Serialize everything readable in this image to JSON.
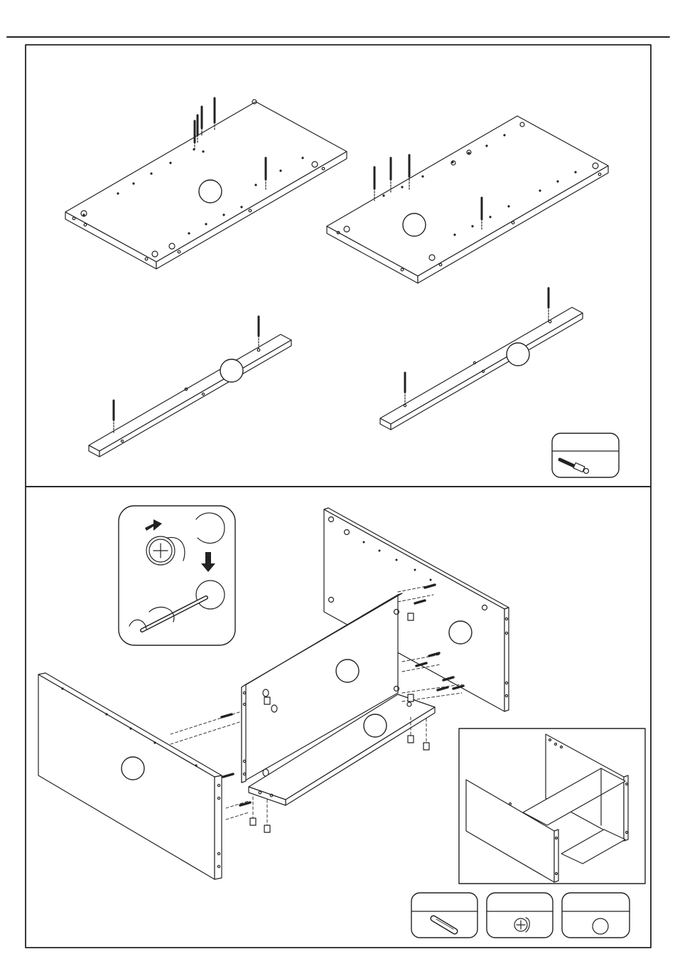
{
  "document": {
    "type": "assembly-instructions",
    "steps": [
      {
        "name": "step-upper",
        "parts": [
          "panel-a",
          "panel-b",
          "rail-c",
          "rail-d"
        ],
        "hardware_boxes": [
          {
            "icon": "cam-bolt-icon",
            "label": ""
          }
        ]
      },
      {
        "name": "step-lower",
        "parts": [
          "front-panel",
          "side-panel-left",
          "side-panel-right",
          "bottom-panel"
        ],
        "detail_icons": [
          "cam-lock-insert-icon",
          "screwdriver-icon",
          "arrow-right-icon",
          "arrow-down-icon"
        ],
        "hardware_boxes": [
          {
            "icon": "wood-dowel-icon",
            "label": ""
          },
          {
            "icon": "cam-lock-icon",
            "label": ""
          },
          {
            "icon": "cover-cap-icon",
            "label": ""
          }
        ]
      }
    ],
    "colors": {
      "line": "#222222",
      "background": "#ffffff"
    }
  }
}
